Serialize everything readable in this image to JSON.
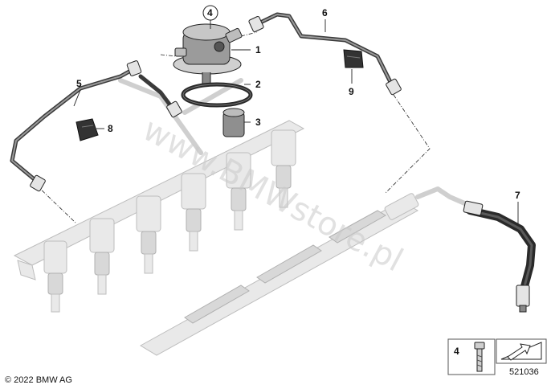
{
  "callouts": {
    "c1": "1",
    "c2": "2",
    "c3": "3",
    "c4": "4",
    "c5": "5",
    "c6": "6",
    "c7": "7",
    "c8": "8",
    "c9": "9"
  },
  "legend": {
    "item_number": "4"
  },
  "watermark": "www.BMWstore.pl",
  "copyright": "© 2022 BMW AG",
  "diagram_number": "521036"
}
